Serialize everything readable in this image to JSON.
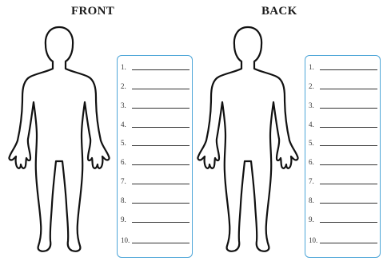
{
  "front": {
    "title": "FRONT",
    "items": [
      "1.",
      "2.",
      "3.",
      "4.",
      "5.",
      "6.",
      "7.",
      "8.",
      "9.",
      "10."
    ]
  },
  "back": {
    "title": "BACK",
    "items": [
      "1.",
      "2.",
      "3.",
      "4.",
      "5.",
      "6.",
      "7.",
      "8.",
      "9.",
      "10."
    ]
  },
  "colors": {
    "list_border": "#4ea6d8",
    "outline": "#111111"
  }
}
